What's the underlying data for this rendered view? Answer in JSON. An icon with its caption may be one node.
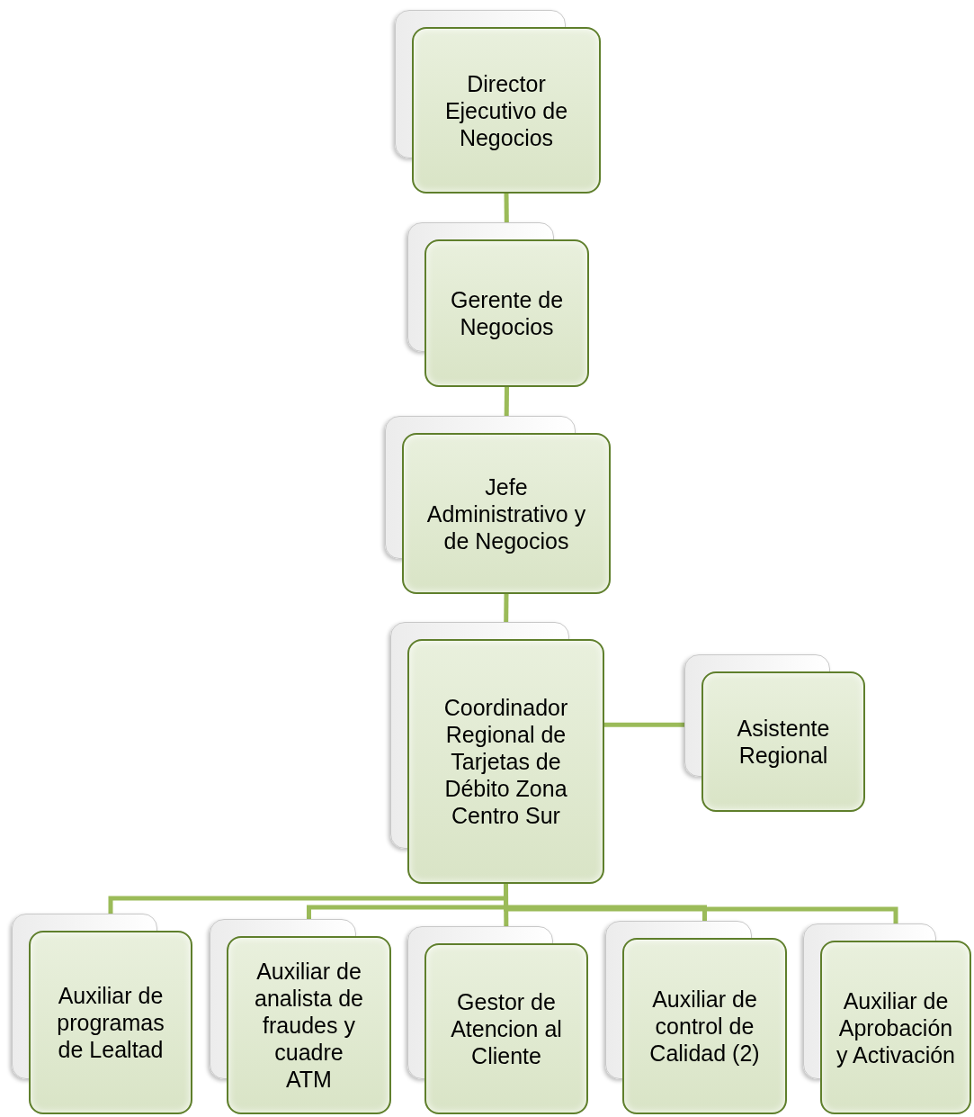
{
  "diagram": {
    "nodes": [
      {
        "text": [
          "Director Ejecutivo de Negocios"
        ]
      },
      {
        "text": [
          "Gerente de Negocios"
        ]
      },
      {
        "text": [
          "Jefe Administrativo y de Negocios"
        ]
      },
      {
        "text": [
          "Coordinador Regional de Tarjetas de Débito Zona Centro Sur"
        ]
      },
      {
        "text": [
          "Asistente Regional"
        ]
      },
      {
        "text": [
          "Auxiliar de programas de Lealtad"
        ]
      },
      {
        "text": [
          "Auxiliar de analista de fraudes y cuadre ATM"
        ]
      },
      {
        "text": [
          "Gestor de Atencion al Cliente"
        ]
      },
      {
        "text": [
          "Auxiliar de control de Calidad (2)"
        ]
      },
      {
        "text": [
          "Auxiliar de Aprobación y Activación"
        ]
      }
    ],
    "edges": [
      {
        "from": 0,
        "to": 1,
        "arrow": "none"
      },
      {
        "from": 1,
        "to": 2,
        "arrow": "none"
      },
      {
        "from": 2,
        "to": 3,
        "arrow": "none"
      },
      {
        "from": 3,
        "to": 4,
        "arrow": "none"
      },
      {
        "from": 3,
        "to": 5,
        "arrow": "none"
      },
      {
        "from": 3,
        "to": 6,
        "arrow": "none"
      },
      {
        "from": 3,
        "to": 7,
        "arrow": "none"
      },
      {
        "from": 3,
        "to": 8,
        "arrow": "none"
      },
      {
        "from": 3,
        "to": 9,
        "arrow": "none"
      }
    ]
  }
}
